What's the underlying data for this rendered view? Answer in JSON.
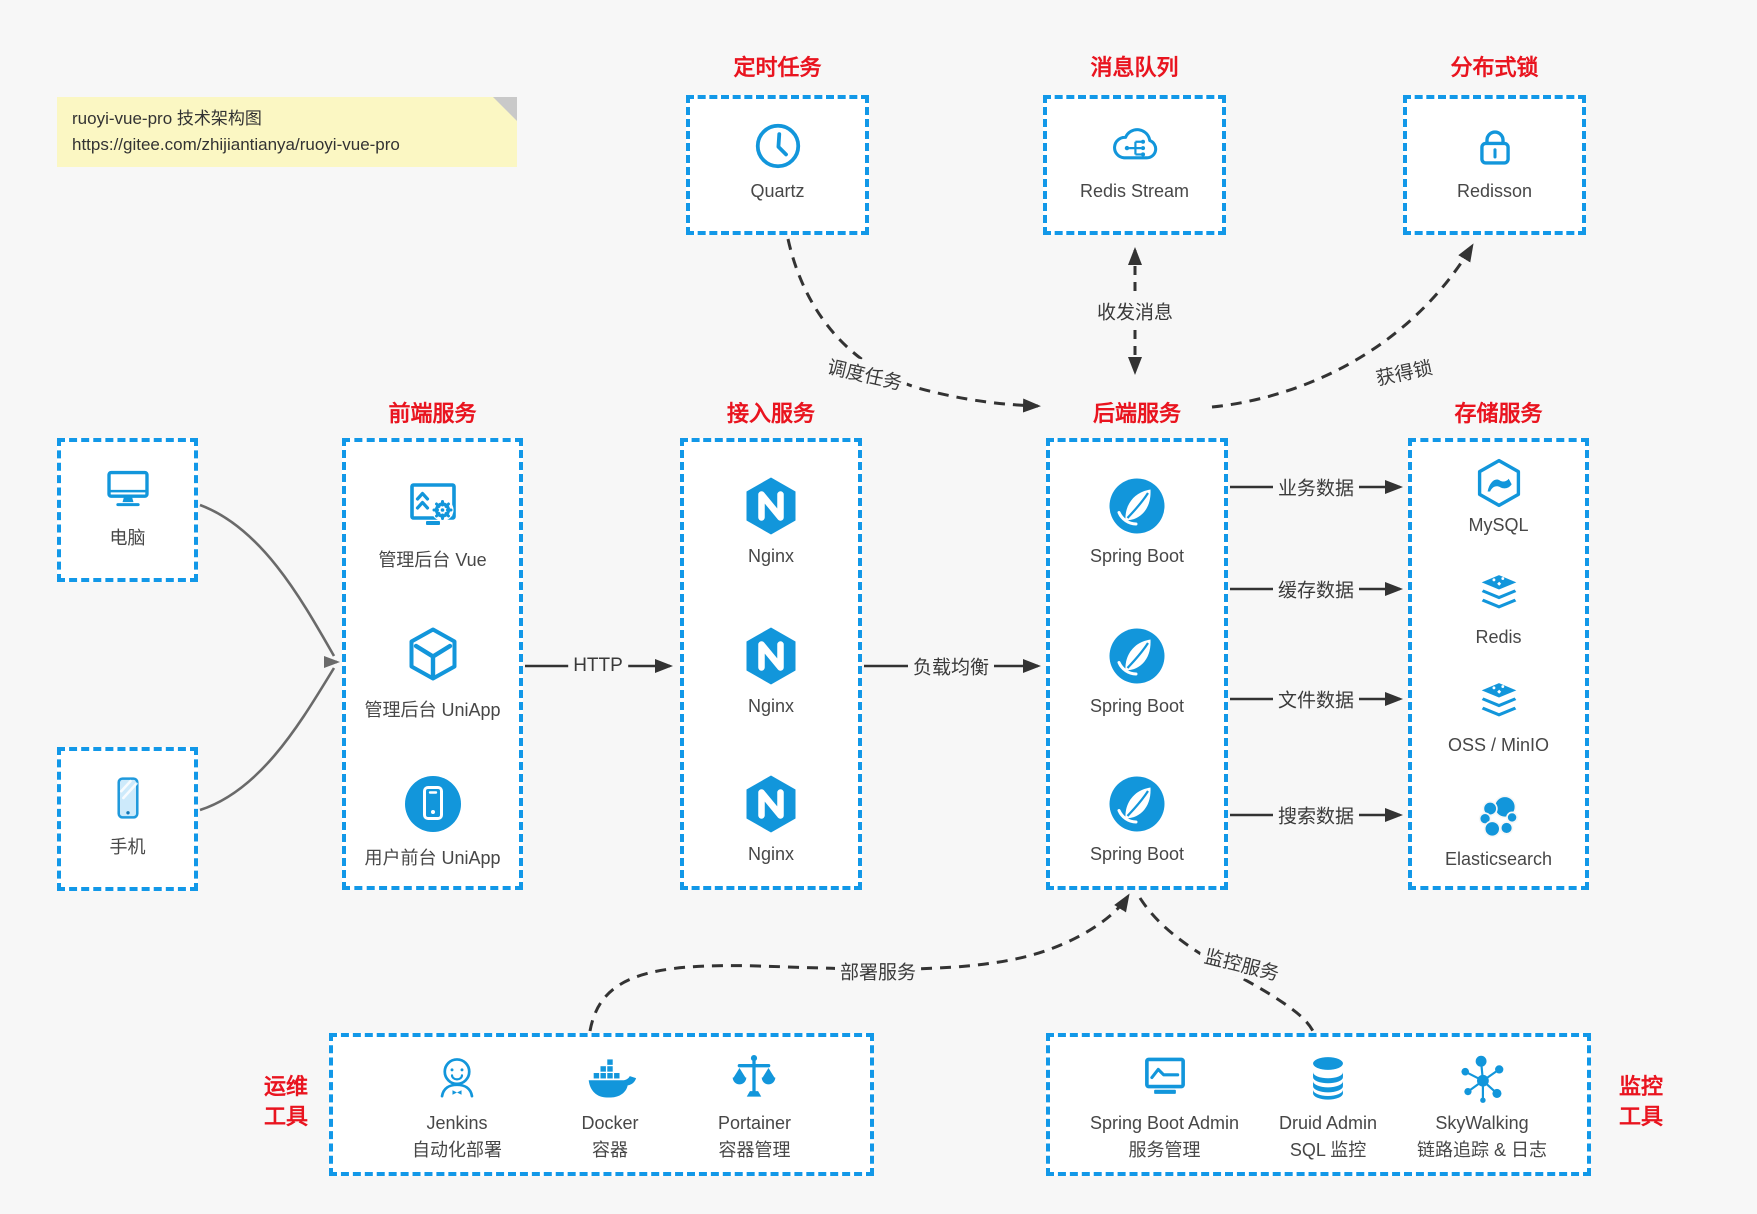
{
  "note": {
    "line1": "ruoyi-vue-pro 技术架构图",
    "line2": "https://gitee.com/zhijiantianya/ruoyi-vue-pro"
  },
  "top_groups": [
    {
      "title": "定时任务",
      "item": "Quartz"
    },
    {
      "title": "消息队列",
      "item": "Redis Stream"
    },
    {
      "title": "分布式锁",
      "item": "Redisson"
    }
  ],
  "clients": [
    {
      "label": "电脑"
    },
    {
      "label": "手机"
    }
  ],
  "middle_groups": [
    {
      "title": "前端服务",
      "items": [
        {
          "label": "管理后台 Vue"
        },
        {
          "label": "管理后台 UniApp"
        },
        {
          "label": "用户前台 UniApp"
        }
      ]
    },
    {
      "title": "接入服务",
      "items": [
        {
          "label": "Nginx"
        },
        {
          "label": "Nginx"
        },
        {
          "label": "Nginx"
        }
      ]
    },
    {
      "title": "后端服务",
      "items": [
        {
          "label": "Spring Boot"
        },
        {
          "label": "Spring Boot"
        },
        {
          "label": "Spring Boot"
        }
      ]
    },
    {
      "title": "存储服务",
      "items": [
        {
          "label": "MySQL"
        },
        {
          "label": "Redis"
        },
        {
          "label": "OSS / MinIO"
        },
        {
          "label": "Elasticsearch"
        }
      ]
    }
  ],
  "bottom_groups": [
    {
      "side_label": [
        "运维",
        "工具"
      ],
      "items": [
        {
          "name": "Jenkins",
          "desc": "自动化部署"
        },
        {
          "name": "Docker",
          "desc": "容器"
        },
        {
          "name": "Portainer",
          "desc": "容器管理"
        }
      ]
    },
    {
      "side_label": [
        "监控",
        "工具"
      ],
      "items": [
        {
          "name": "Spring Boot Admin",
          "desc": "服务管理"
        },
        {
          "name": "Druid Admin",
          "desc": "SQL 监控"
        },
        {
          "name": "SkyWalking",
          "desc": "链路追踪 & 日志"
        }
      ]
    }
  ],
  "edges": {
    "http": "HTTP",
    "load_balance": "负载均衡",
    "dispatch_job": "调度任务",
    "send_receive_msg": "收发消息",
    "acquire_lock": "获得锁",
    "business_data": "业务数据",
    "cache_data": "缓存数据",
    "file_data": "文件数据",
    "search_data": "搜索数据",
    "deploy_service": "部署服务",
    "monitor_service": "监控服务"
  },
  "colors": {
    "accent_blue": "#1296db",
    "border_blue": "#1298e8",
    "title_red": "#e9141f",
    "note_bg": "#fbf7c3"
  }
}
